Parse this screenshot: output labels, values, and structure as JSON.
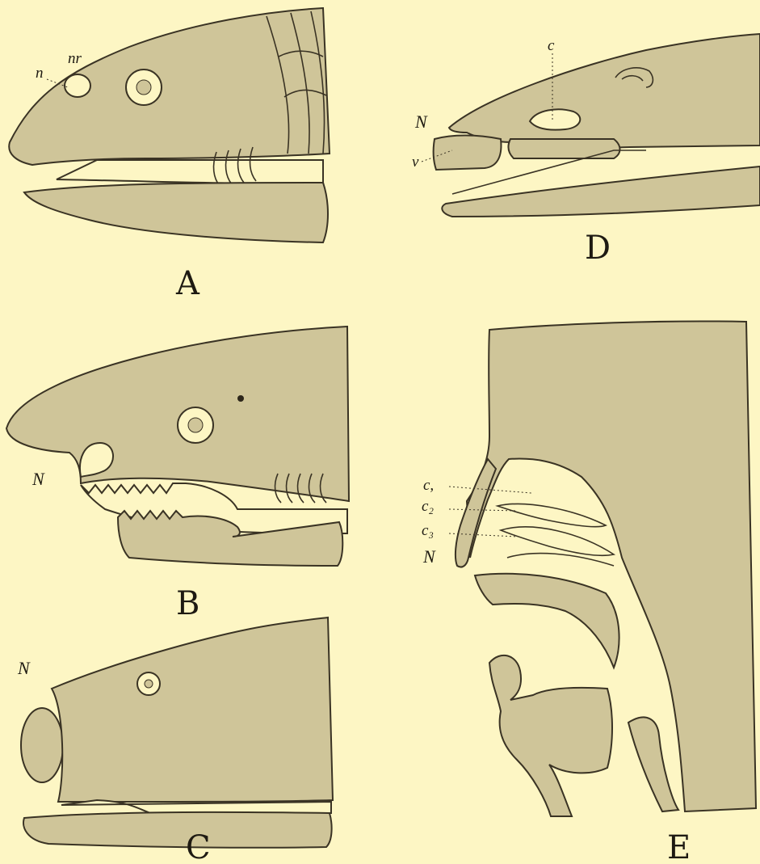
{
  "panels": {
    "A": {
      "caption": "A",
      "labels": {
        "n": "n",
        "nr": "nr"
      }
    },
    "B": {
      "caption": "B",
      "labels": {
        "N": "N"
      }
    },
    "C": {
      "caption": "C",
      "labels": {
        "N": "N"
      }
    },
    "D": {
      "caption": "D",
      "labels": {
        "c": "c",
        "N": "N",
        "v": "v"
      }
    },
    "E": {
      "caption": "E",
      "labels": {
        "c1": "c,",
        "c2": "c₂",
        "c3": "c₃",
        "N": "N"
      }
    }
  },
  "colors": {
    "paper": "#fdf6c4",
    "tissue": "#cfc599",
    "ink": "#3a3324"
  }
}
